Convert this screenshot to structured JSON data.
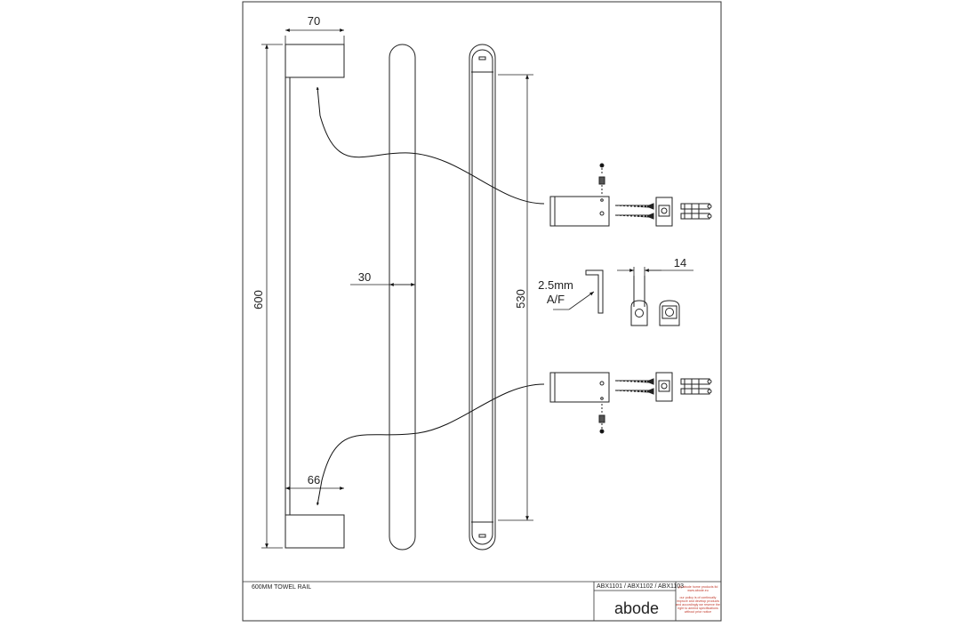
{
  "drawing": {
    "dimensions": {
      "width_top": "70",
      "height_total": "600",
      "width_bottom": "66",
      "rail_diameter": "30",
      "fixing_centres": "530",
      "bracket_width": "14"
    },
    "allen_key": {
      "size": "2.5mm",
      "type": "A/F"
    }
  },
  "title_block": {
    "product_name": "600MM TOWEL RAIL",
    "product_codes": "ABX1101 / ABX1102 / ABX1103",
    "brand": "abode",
    "note_lines": [
      "(c) abode home products ltd",
      "www.abode.eu",
      "",
      "our policy is of continually",
      "improve and develop products",
      "and accordingly we reserve the",
      "right to amend specifications",
      "without prior notice"
    ]
  }
}
